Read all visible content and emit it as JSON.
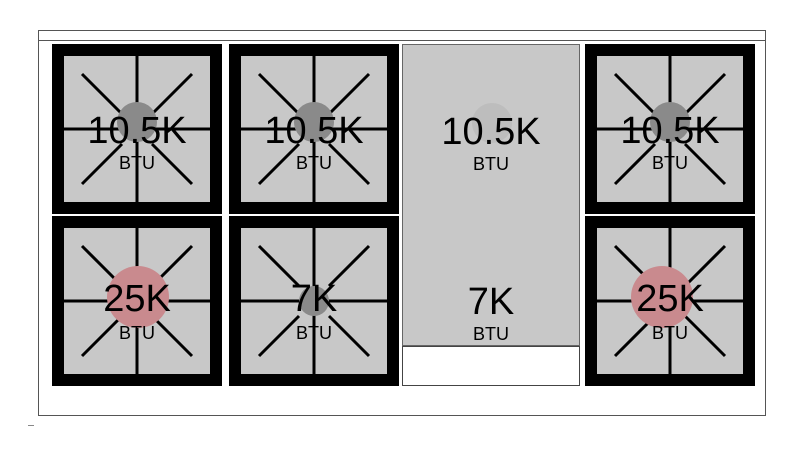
{
  "cooktop": {
    "top_row": [
      {
        "power": "10.5K",
        "unit": "BTU"
      },
      {
        "power": "10.5K",
        "unit": "BTU"
      },
      {
        "power": "10.5K",
        "unit": "BTU"
      },
      {
        "power": "10.5K",
        "unit": "BTU"
      }
    ],
    "bottom_row": [
      {
        "power": "25K",
        "unit": "BTU"
      },
      {
        "power": "7K",
        "unit": "BTU"
      },
      {
        "power": "7K",
        "unit": "BTU"
      },
      {
        "power": "25K",
        "unit": "BTU"
      }
    ]
  },
  "colors": {
    "grate": "#000000",
    "surface": "#c8c8c8",
    "cap_standard": "#8a8a8a",
    "cap_high_output": "#c98a8e",
    "cap_griddle": "#bdbdbd"
  }
}
